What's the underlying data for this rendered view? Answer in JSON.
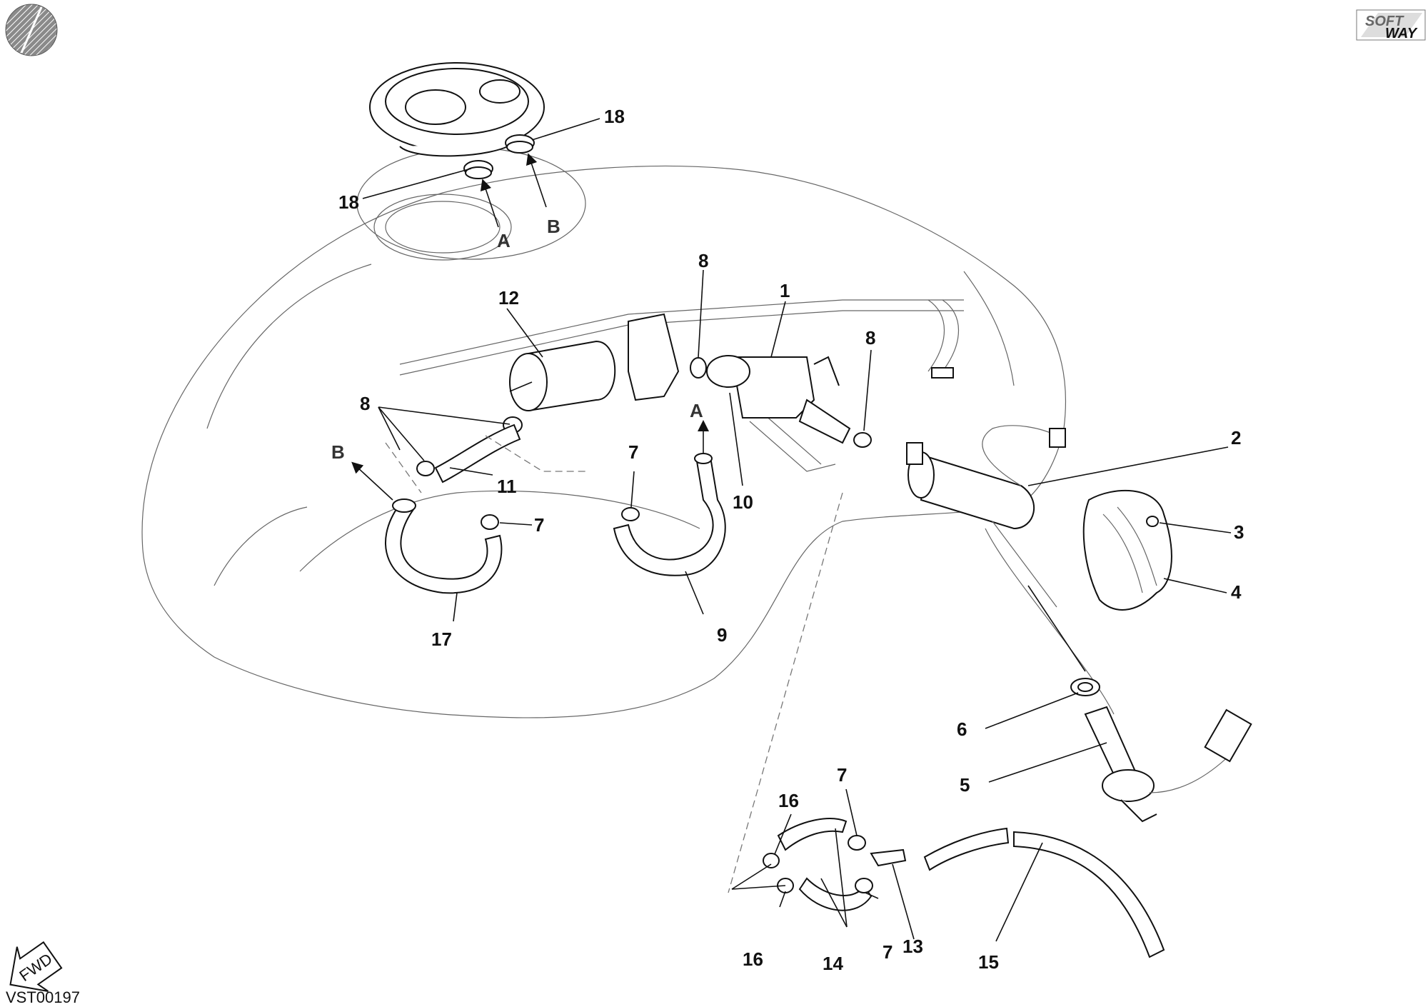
{
  "diagram": {
    "code": "VST00197",
    "fwd_label": "FWD",
    "brand": {
      "line1": "SOFT",
      "line2": "WAY"
    },
    "ref_labels": {
      "a_top": "A",
      "b_top": "B",
      "a_mid": "A",
      "b_left": "B"
    },
    "callouts": {
      "c1": "1",
      "c2": "2",
      "c3": "3",
      "c4": "4",
      "c5": "5",
      "c6": "6",
      "c7a": "7",
      "c7b": "7",
      "c7c": "7",
      "c7d": "7",
      "c8a": "8",
      "c8b": "8",
      "c8c": "8",
      "c9": "9",
      "c10": "10",
      "c11": "11",
      "c12": "12",
      "c13": "13",
      "c14": "14",
      "c15": "15",
      "c16a": "16",
      "c16b": "16",
      "c17": "17",
      "c18a": "18",
      "c18b": "18"
    }
  }
}
